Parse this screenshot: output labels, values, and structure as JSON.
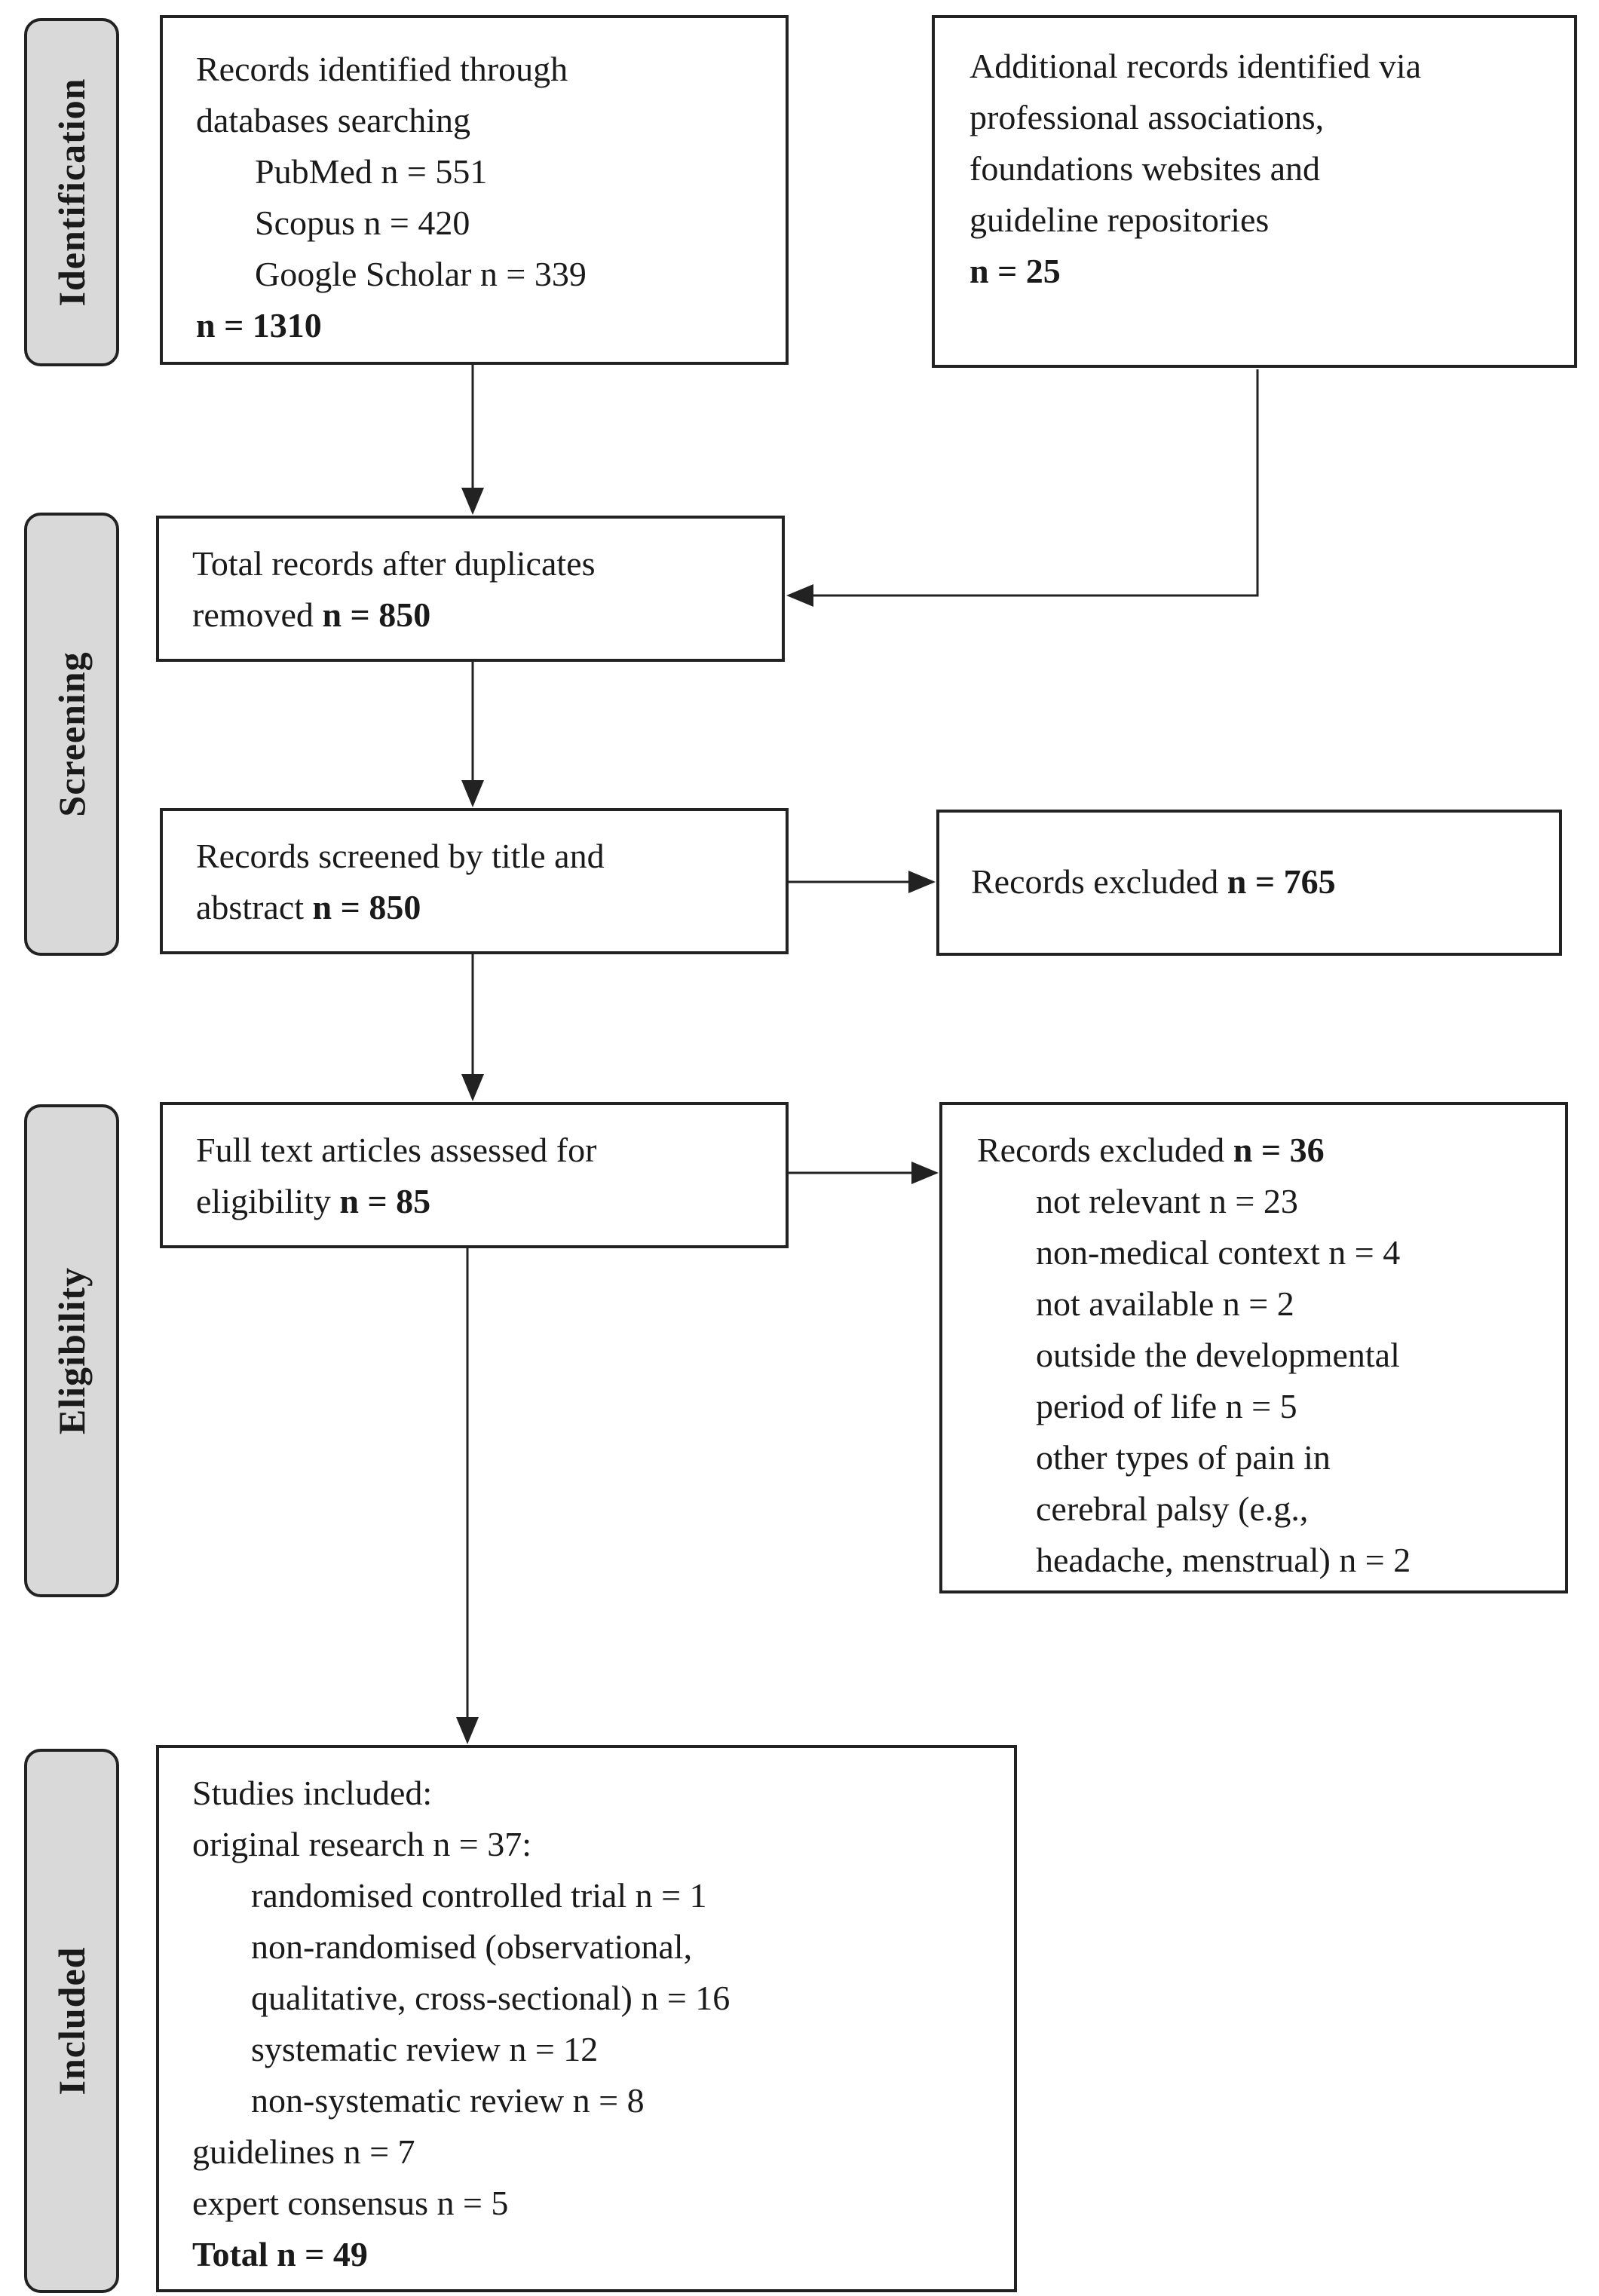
{
  "phases": {
    "identification": "Identification",
    "screening": "Screening",
    "eligibility": "Eligibility",
    "included": "Included"
  },
  "boxes": {
    "identified_db": {
      "line1": "Records identified through",
      "line2": "databases searching",
      "pubmed": "PubMed n = 551",
      "scopus": "Scopus n = 420",
      "scholar": "Google Scholar n = 339",
      "total": "n = 1310"
    },
    "additional": {
      "line1": "Additional records identified via",
      "line2": "professional associations,",
      "line3": "foundations websites and",
      "line4": "guideline repositories",
      "total": "n = 25"
    },
    "after_duplicates": {
      "line1": "Total records after duplicates",
      "line2_text": "removed ",
      "line2_count": "n = 850"
    },
    "screened": {
      "line1": "Records screened by title and",
      "line2_text": "abstract ",
      "line2_count": "n = 850"
    },
    "excluded_screening": {
      "text": "Records excluded ",
      "count": "n = 765"
    },
    "full_text": {
      "line1": "Full text articles assessed for",
      "line2_text": "eligibility ",
      "line2_count": "n = 85"
    },
    "excluded_eligibility": {
      "head_text": "Records excluded ",
      "head_count": "n = 36",
      "items": [
        "not relevant n = 23",
        "non-medical context n = 4",
        "not available n = 2",
        "outside the developmental",
        "period of life n = 5",
        "other types of pain in",
        "cerebral palsy (e.g.,",
        "headache, menstrual) n = 2"
      ]
    },
    "included": {
      "head": "Studies included:",
      "original": "original research n = 37:",
      "sub_items": [
        "randomised controlled trial  n = 1",
        "non-randomised (observational,",
        "qualitative, cross-sectional) n = 16",
        "systematic review n = 12",
        "non-systematic review n = 8"
      ],
      "guidelines": "guidelines n = 7",
      "consensus": "expert consensus n = 5",
      "total_text": "Total ",
      "total_count": "n = 49"
    }
  }
}
